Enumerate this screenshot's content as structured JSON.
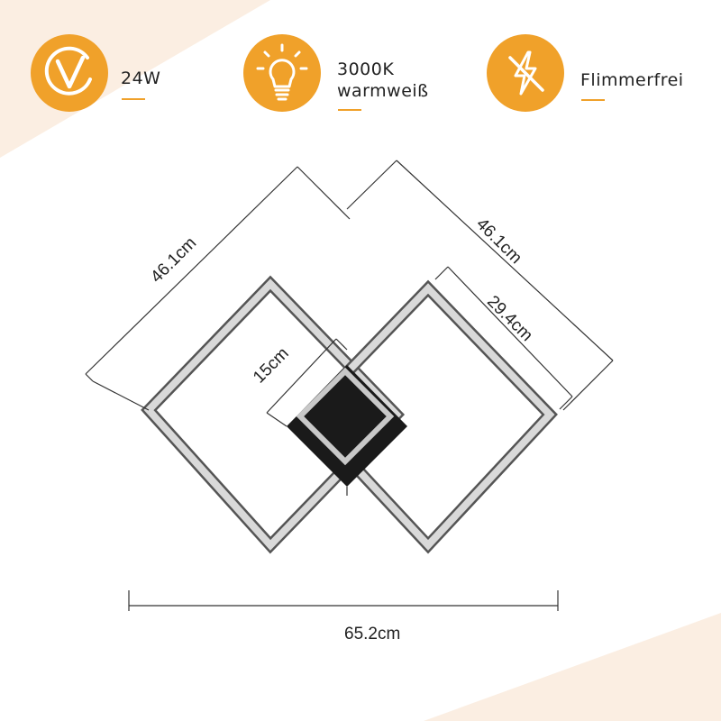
{
  "colors": {
    "accent": "#f0a12a",
    "blush": "#fbeee2",
    "frame": "#b9b9b9",
    "core": "#1a1a1a"
  },
  "features": [
    {
      "icon": "check-v-icon",
      "lines": [
        "24W"
      ]
    },
    {
      "icon": "lightbulb-icon",
      "lines": [
        "3000K",
        "warmweiß"
      ]
    },
    {
      "icon": "no-flicker-icon",
      "lines": [
        "Flimmerfrei"
      ]
    }
  ],
  "dimensions": {
    "left_diagonal": "46.1cm",
    "right_diagonal": "46.1cm",
    "inner_side": "29.4cm",
    "center_square": "15cm",
    "total_width": "65.2cm"
  }
}
